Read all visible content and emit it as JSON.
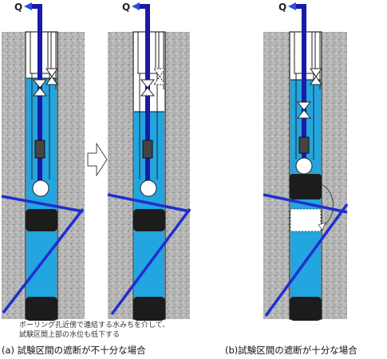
{
  "flow_label": "Q",
  "note_lines": [
    "ボーリング孔近傍で連結する水みちを介して、",
    "試験区間上部の水位も低下する"
  ],
  "caption_a": "(a)  試験区間の遮断が不十分な場合",
  "caption_b": "(b)試験区間の遮断が十分な場合",
  "colors": {
    "rock": "#b9b9b9",
    "water": "#23a5df",
    "pipe": "#1a1aa8",
    "packer": "#1a1a1a",
    "fracture": "#1e2fd0",
    "arrow": "#2a4ee0"
  }
}
